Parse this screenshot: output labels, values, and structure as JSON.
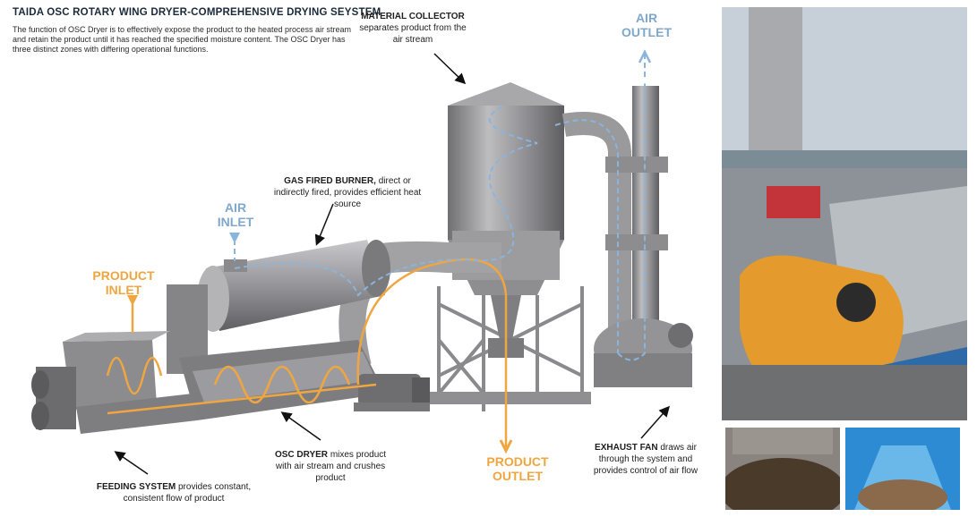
{
  "title": "TAIDA OSC ROTARY WING DRYER-COMPREHENSIVE DRYING SEYSTEM",
  "intro": "The function of OSC Dryer is to effectively expose the product to the heated process air stream and retain the product until it has reached the specified moisture content. The OSC Dryer has three distinct zones with differing operational functions.",
  "labels": {
    "material_collector": {
      "head": "MATERIAL COLLECTOR",
      "text": "separates product from the air stream"
    },
    "gas_burner": {
      "head": "GAS FIRED BURNER,",
      "text": "direct or indirectly fired, provides efficient heat source"
    },
    "osc_dryer": {
      "head": "OSC DRYER",
      "text": "mixes product with air stream and crushes product"
    },
    "feeding_system": {
      "head": "FEEDING SYSTEM",
      "text": "provides constant, consistent flow of product"
    },
    "exhaust_fan": {
      "head": "EXHAUST FAN",
      "text": "draws air through the system and provides control of air flow"
    }
  },
  "flows": {
    "air_outlet_1": "AIR",
    "air_outlet_2": "OUTLET",
    "air_inlet_1": "AIR",
    "air_inlet_2": "INLET",
    "product_inlet_1": "PRODUCT",
    "product_inlet_2": "INLET",
    "product_outlet_1": "PRODUCT",
    "product_outlet_2": "OUTLET"
  },
  "colors": {
    "air": "#7fa8cc",
    "product": "#f0a640",
    "machine": "#9a9a9c",
    "title": "#1b2a3a"
  },
  "photos": {
    "main": "dryer-installation-photo",
    "bottom_left": "dried-product-photo",
    "bottom_right": "blue-container-photo"
  }
}
